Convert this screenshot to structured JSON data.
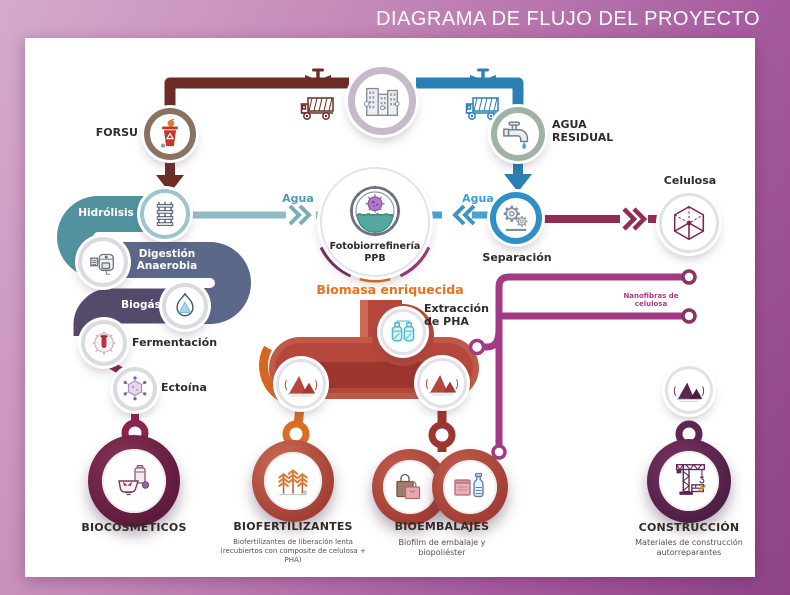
{
  "header": {
    "title": "DIAGRAMA DE FLUJO DEL PROYECTO"
  },
  "sources": {
    "city": {
      "icon": "city-buildings-icon"
    },
    "forsu": {
      "label": "FORSU",
      "icon": "trash-bin-icon"
    },
    "agua_residual": {
      "label": "AGUA RESIDUAL",
      "icon": "faucet-icon"
    }
  },
  "process": {
    "hidrolisis": {
      "label": "Hidrólisis",
      "icon": "hydrolysis-press-icon"
    },
    "digestion": {
      "label": "Digestión Anaerobia",
      "icon": "anaerobic-digester-icon"
    },
    "biogas": {
      "label": "Biogás",
      "icon": "flame-icon"
    },
    "fermentacion": {
      "label": "Fermentación",
      "icon": "fermenter-icon"
    },
    "ectoina": {
      "label": "Ectoína",
      "icon": "molecule-icon"
    },
    "fotobiorrefineria": {
      "label": "Fotobiorrefinería PPB",
      "icon": "porthole-microbe-icon"
    },
    "separacion": {
      "label": "Separación",
      "icon": "gears-icon"
    },
    "celulosa": {
      "label": "Celulosa",
      "icon": "cellulose-cube-icon"
    },
    "extraccion_pha": {
      "label": "Extracción de PHA",
      "icon": "pha-canisters-icon"
    }
  },
  "flows": {
    "agua_left": {
      "label": "Agua"
    },
    "agua_right": {
      "label": "Agua"
    },
    "biomasa": {
      "label": "Biomasa enriquecida"
    },
    "nanofibras": {
      "label": "Nanofibras de celulosa"
    }
  },
  "products": {
    "biocosmeticos": {
      "label": "BIOCOSMÉTICOS",
      "icon": "cosmetics-icon"
    },
    "biofertilizantes": {
      "label": "BIOFERTILIZANTES",
      "sub": "Biofertilizantes de liberación lenta (recubiertos con composite de celulosa + PHA)",
      "icon": "wheat-icon"
    },
    "bioembalajes": {
      "label": "BIOEMBALAJES",
      "sub": "Biofilm de embalaje y biopoliéster",
      "icons": [
        "shopping-bags-icon",
        "bottle-film-icon"
      ]
    },
    "construccion": {
      "label": "CONSTRUCCIÓN",
      "sub": "Materiales de construcción autorreparantes",
      "icon": "crane-icon"
    }
  },
  "colors": {
    "frame": "#a75b9f",
    "forsu_line": "#6b2d25",
    "agua_line": "#2b7fb4",
    "agua_text": "#4a9db8",
    "biomasa_text": "#e8731f",
    "celulosa_line": "#932c50",
    "nanofibras_line": "#a23a85",
    "capsule": "#b5473c",
    "biocosmeticos_node": "#6d1f44",
    "construccion_node": "#5e2650"
  }
}
